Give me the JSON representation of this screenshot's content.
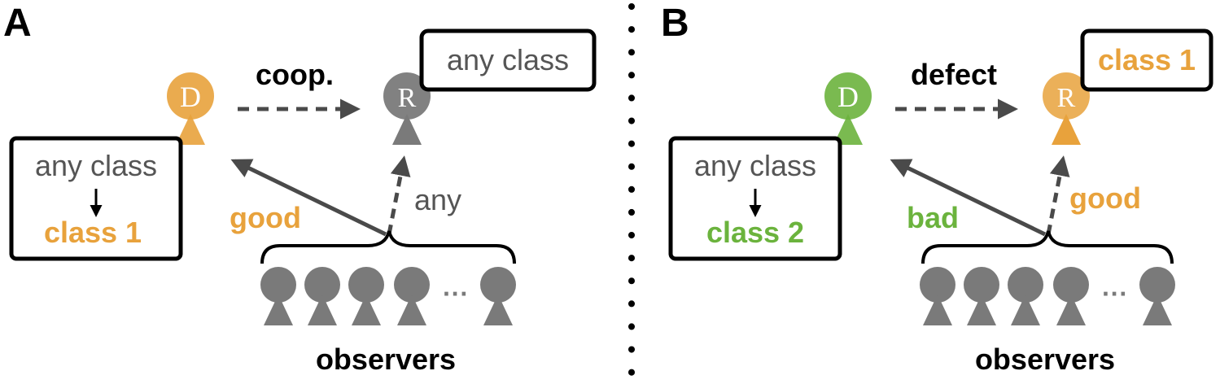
{
  "colors": {
    "orange": "#E8A23C",
    "green": "#6BB33D",
    "gray": "#7A7A7A",
    "dark_gray": "#4A4A4A",
    "black": "#000000"
  },
  "panel_a": {
    "label": "A",
    "action": "coop.",
    "donor_letter": "D",
    "recipient_letter": "R",
    "recipient_class": "any class",
    "donor_class_from": "any class",
    "donor_class_to": "class 1",
    "donor_assessment": "good",
    "recipient_assessment": "any",
    "observers_label": "observers",
    "ellipsis": "···",
    "donor_color": "#E8A23C",
    "recipient_color": "#7A7A7A"
  },
  "panel_b": {
    "label": "B",
    "action": "defect",
    "donor_letter": "D",
    "recipient_letter": "R",
    "recipient_class": "class 1",
    "donor_class_from": "any class",
    "donor_class_to": "class 2",
    "donor_assessment": "bad",
    "recipient_assessment": "good",
    "observers_label": "observers",
    "ellipsis": "···",
    "donor_color": "#6BB33D",
    "recipient_color": "#E8A23C"
  }
}
